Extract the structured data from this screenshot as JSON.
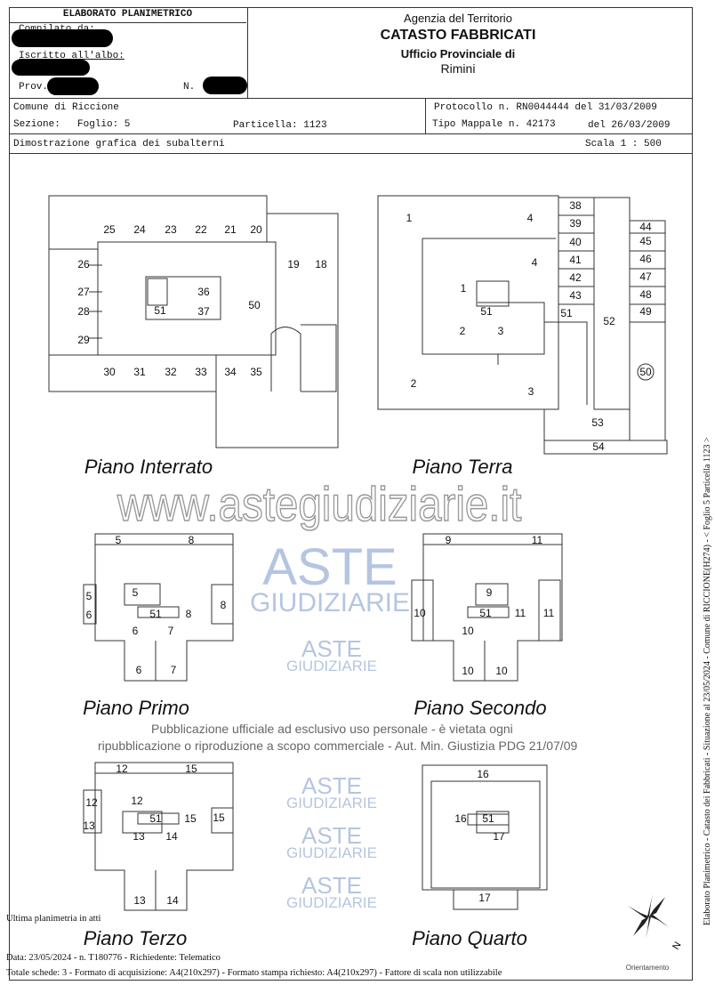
{
  "header": {
    "form_title": "ELABORATO PLANIMETRICO",
    "compiled_by_label": "Compilato da:",
    "registered_label": "Iscritto all'albo:",
    "prov_label": "Prov.",
    "number_label": "N.",
    "agency": "Agenzia del Territorio",
    "registry": "CATASTO FABBRICATI",
    "office": "Ufficio Provinciale di",
    "city": "Rimini"
  },
  "info": {
    "comune": "Comune di Riccione",
    "sezione": "Sezione:",
    "foglio": "Foglio: 5",
    "particella": "Particella: 1123",
    "protocollo": "Protocollo n. RN0044444 del 31/03/2009",
    "tipo_mappale": "Tipo Mappale n. 42173",
    "tipo_mappale_date": "del 26/03/2009",
    "description": "Dimostrazione grafica dei subalterni",
    "scale": "Scala 1 : 500"
  },
  "floors": {
    "interrato": {
      "title": "Piano Interrato",
      "units": [
        "25",
        "24",
        "23",
        "22",
        "21",
        "20",
        "26",
        "27",
        "28",
        "29",
        "19",
        "18",
        "36",
        "37",
        "51",
        "50",
        "30",
        "31",
        "32",
        "33",
        "34",
        "35"
      ]
    },
    "terra": {
      "title": "Piano Terra",
      "units": [
        "1",
        "4",
        "4",
        "1",
        "51",
        "51",
        "2",
        "3",
        "2",
        "3",
        "52",
        "53",
        "54",
        "38",
        "39",
        "40",
        "41",
        "42",
        "43",
        "44",
        "45",
        "46",
        "47",
        "48",
        "49",
        "50"
      ]
    },
    "primo": {
      "title": "Piano Primo",
      "units": [
        "5",
        "8",
        "5",
        "6",
        "5",
        "51",
        "8",
        "8",
        "6",
        "7",
        "6",
        "7"
      ]
    },
    "secondo": {
      "title": "Piano Secondo",
      "units": [
        "9",
        "11",
        "9",
        "10",
        "51",
        "11",
        "11",
        "10",
        "10",
        "10"
      ]
    },
    "terzo": {
      "title": "Piano Terzo",
      "units": [
        "12",
        "15",
        "12",
        "13",
        "12",
        "51",
        "15",
        "15",
        "13",
        "14",
        "13",
        "14"
      ]
    },
    "quarto": {
      "title": "Piano Quarto",
      "units": [
        "16",
        "16",
        "51",
        "17",
        "17"
      ]
    }
  },
  "orientation_label": "Orientamento",
  "orientation_letter": "N",
  "watermark": {
    "brand_top": "ASTE",
    "brand_bottom": "GIUDIZIARIE",
    "site": "www.astegiudiziarie.it",
    "notice_line1": "Pubblicazione ufficiale ad esclusivo uso personale - è vietata ogni",
    "notice_line2": "ripubblicazione o riproduzione a scopo commerciale - Aut. Min. Giustizia PDG 21/07/09"
  },
  "footer": {
    "line1": "Ultima planimetria in atti",
    "line2": "Data: 23/05/2024 - n. T180776 - Richiedente: Telematico",
    "line3": "Totale schede: 3 - Formato di acquisizione: A4(210x297)  - Formato stampa richiesto: A4(210x297) - Fattore di scala non utilizzabile"
  },
  "side_text": "Elaborato Planimetrico - Catasto dei Fabbricati - Situazione al 23/05/2024 - Comune di RICCIONE(H274) - < Foglio 5 Particella 1123 >"
}
